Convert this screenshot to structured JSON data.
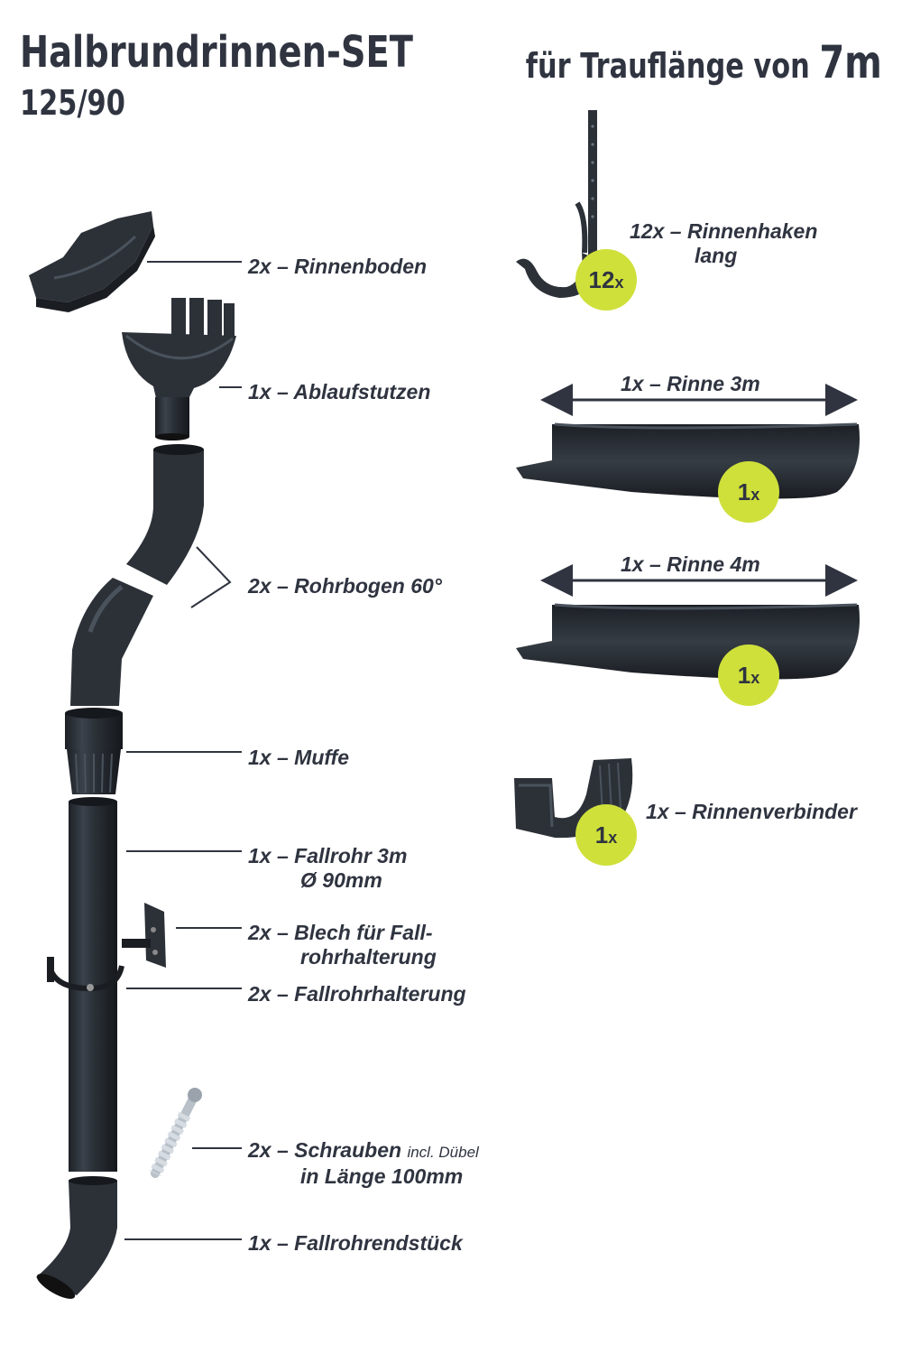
{
  "header": {
    "title": "Halbrundrinnen-SET",
    "subtitle": "125/90",
    "right_prefix": "für Trauflänge von",
    "right_value": "7m"
  },
  "colors": {
    "product": "#2c3138",
    "text": "#2f3440",
    "badge": "#cfe03a",
    "line": "#2f3440"
  },
  "parts_left": [
    {
      "qty": "2x",
      "name": "Rinnenboden"
    },
    {
      "qty": "1x",
      "name": "Ablaufstutzen"
    },
    {
      "qty": "2x",
      "name": "Rohrbogen 60°"
    },
    {
      "qty": "1x",
      "name": "Muffe"
    },
    {
      "qty": "1x",
      "name": "Fallrohr 3m",
      "line2": "Ø 90mm"
    },
    {
      "qty": "2x",
      "name": "Blech für Fall-",
      "line2": "rohrhalterung"
    },
    {
      "qty": "2x",
      "name": "Fallrohrhalterung"
    },
    {
      "qty": "2x",
      "name": "Schrauben",
      "note": "incl. Dübel",
      "line2": "in Länge 100mm"
    },
    {
      "qty": "1x",
      "name": "Fallrohrendstück"
    }
  ],
  "parts_right": [
    {
      "qty": "12x",
      "name": "Rinnenhaken",
      "line2": "lang",
      "badge_num": "12",
      "badge_x": "x"
    },
    {
      "qty": "1x",
      "name": "Rinne 3m",
      "badge_num": "1",
      "badge_x": "x"
    },
    {
      "qty": "1x",
      "name": "Rinne 4m",
      "badge_num": "1",
      "badge_x": "x"
    },
    {
      "qty": "1x",
      "name": "Rinnenverbinder",
      "badge_num": "1",
      "badge_x": "x"
    }
  ],
  "separator": "–"
}
